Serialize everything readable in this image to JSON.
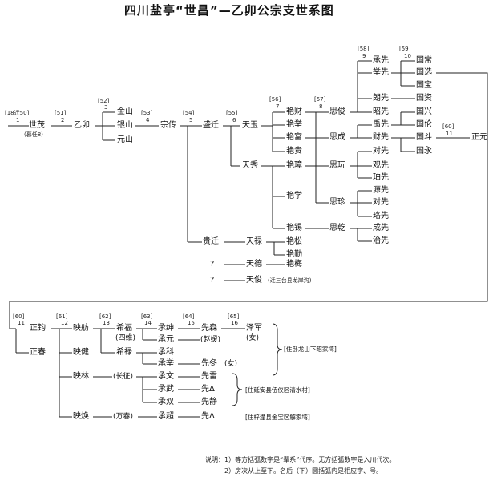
{
  "title": "四川盐亭“世昌”—乙卯公宗支世系图",
  "generations": {
    "g1": "[18迁50]",
    "g1n": "1",
    "g2": "[51]",
    "g2n": "2",
    "g3": "[52]",
    "g3n": "3",
    "g4": "[53]",
    "g4n": "4",
    "g5": "[54]",
    "g5n": "5",
    "g6": "[55]",
    "g6n": "6",
    "g7": "[56]",
    "g7n": "7",
    "g8": "[57]",
    "g8n": "8",
    "g9": "[58]",
    "g9n": "9",
    "g10": "[59]",
    "g10n": "10",
    "g11": "[60]",
    "g11n": "11",
    "g11b": "[60]",
    "g11bn": "11",
    "g12": "[61]",
    "g12n": "12",
    "g13": "[62]",
    "g13n": "13",
    "g14": "[63]",
    "g14n": "14",
    "g15": "[64]",
    "g15n": "15",
    "g16": "[65]",
    "g16n": "16"
  },
  "names": {
    "shimao": "世茂",
    "shimao_note": "(暮任8)",
    "yimao": "乙卯",
    "jinshan": "金山",
    "yinshan": "银山",
    "yuanshan": "元山",
    "zongchuan": "宗传",
    "shengqian": "盛迁",
    "guiqian": "贵迁",
    "tianyu": "天玉",
    "tianxiu": "天秀",
    "tianlu": "天禄",
    "tiande": "天德",
    "tianjun": "天俊",
    "tianjun_note": "(迁三台县龙岸沟)",
    "q1": "?",
    "q2": "?",
    "yancai": "艳财",
    "yanju": "艳举",
    "yanfu": "艳富",
    "yangui": "艳贵",
    "yanzhang": "艳璋",
    "yanxue": "艳学",
    "yanxi": "艳锡",
    "yansong": "艳松",
    "yanqin": "艳勤",
    "yanmei": "艳梅",
    "sijun": "思俊",
    "sicheng": "思成",
    "siyu": "思玩",
    "sizhen": "思珍",
    "siqian": "思乾",
    "chengxian": "承先",
    "juxian": "举先",
    "langxian": "朗先",
    "zhaoxian": "昭先",
    "gaoxian": "禹先",
    "caixian": "财先",
    "duixian_a": "对先",
    "duixian_b": "观先",
    "jixian": "珀先",
    "yuanxian": "源先",
    "duixian_c": "对先",
    "lixian": "珞先",
    "chengxian2": "成先",
    "zhixian": "治先",
    "guochang": "国常",
    "guoxuan": "国选",
    "guobao": "国宝",
    "guozi": "国资",
    "guoxing": "国兴",
    "guolun": "国伦",
    "guodou": "国斗",
    "guoyong": "国永",
    "zhengyuan": "正元",
    "zhengjun": "正钧",
    "zhengchun": "正春",
    "yingfang": "映舫",
    "yingjian": "映健",
    "yinglin": "映林",
    "yingxian": "映焕",
    "xifu": "希福",
    "xifu_note": "(四维)",
    "xilu": "希禄",
    "changlin_note": "(长征)",
    "wanchun_note": "(万春)",
    "chengshen": "承绅",
    "chengyuan": "承元",
    "chengke": "承科",
    "chengju": "承举",
    "chengwen": "承文",
    "chengwu": "承武",
    "chengshuang": "承双",
    "chengchao": "承超",
    "xiansen": "先森",
    "zhaoyuan": "(赵嫒)",
    "xiandong": "先冬",
    "xiandong_note": "(女)",
    "xianlei": "先雷",
    "xian_a": "先Δ",
    "xianjing": "先静",
    "xian_b": "先Δ",
    "zejun": "泽军",
    "zejun_note": "(女)"
  },
  "residences": {
    "r1": "[住卧龙山下昭家塆]",
    "r2": "[住延安县伍仪区清水村]",
    "r3": "[住梓潼县金宝区解家塆]"
  },
  "notes": {
    "line1": "说明：1）等方括弧数字是“辈系”代序。无方括弧数字是入川代次。",
    "line2": "2）房次从上至下。名后（下）圆括弧内是相应字、号。"
  }
}
